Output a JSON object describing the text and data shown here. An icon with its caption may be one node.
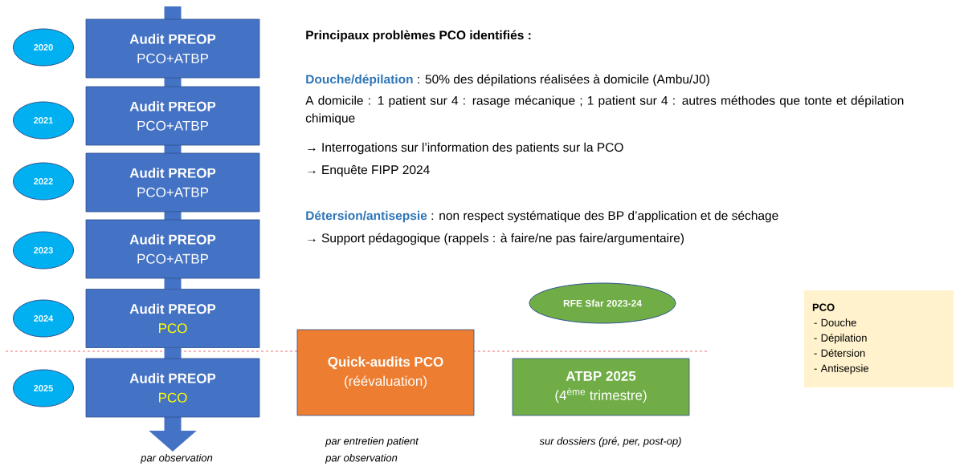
{
  "diagram": {
    "nodes": [
      {
        "text": [
          "2020"
        ]
      },
      {
        "text": [
          "Audit PREOP",
          "PCO+ATBP"
        ]
      },
      {
        "text": [
          "2021"
        ]
      },
      {
        "text": [
          "Audit PREOP",
          "PCO+ATBP"
        ]
      },
      {
        "text": [
          "2022"
        ]
      },
      {
        "text": [
          "Audit PREOP",
          "PCO+ATBP"
        ]
      },
      {
        "text": [
          "2023"
        ]
      },
      {
        "text": [
          "Audit PREOP",
          "PCO+ATBP"
        ]
      },
      {
        "text": [
          "2024"
        ]
      },
      {
        "text": [
          "Audit PREOP",
          "PCO"
        ]
      },
      {
        "text": [
          "2025"
        ]
      },
      {
        "text": [
          "Audit PREOP",
          "PCO"
        ]
      },
      {
        "text": [
          "Quick-audits PCO",
          "(réévaluation)"
        ],
        "beside": [
          "par entretien patient",
          "par observation"
        ]
      },
      {
        "text": [
          "RFE Sfar 2023-24"
        ]
      },
      {
        "text": [
          "ATBP 2025",
          "(4$^{ème}$ trimestre)"
        ],
        "beside": [
          "sur dossiers (pré, per, post-op)"
        ]
      },
      {
        "text": [
          "PCO",
          "- Douche",
          "- Dépilation",
          "- Détersion",
          "- Antisepsie"
        ]
      }
    ],
    "edges": [
      {
        "from": null,
        "to": 1,
        "arrow": "none"
      },
      {
        "from": 1,
        "to": 3,
        "arrow": "none"
      },
      {
        "from": 3,
        "to": 5,
        "arrow": "none"
      },
      {
        "from": 5,
        "to": 7,
        "arrow": "none"
      },
      {
        "from": 7,
        "to": 9,
        "arrow": "none"
      },
      {
        "from": 9,
        "to": 11,
        "arrow": "none"
      },
      {
        "from": 11,
        "to": null,
        "arrow": "to"
      }
    ],
    "labels": [
      "Principaux problèmes PCO identifiés :",
      "Douche/dépilation",
      ": 50% des dépilations réalisées à domicile (Ambu/J0)",
      "A domicile : 1 patient sur 4 : rasage mécanique ; 1 patient sur 4 : autres méthodes que tonte et dépilation chimique",
      "→ Interrogations sur l’information des patients sur la PCO",
      "→ Enquête FIPP 2024",
      "Détersion/antisepsie",
      ": non respect systématique des BP d’application et de séchage",
      "→ Support pédagogique (rappels : à faire/ne pas faire/argumentaire)",
      "par observation"
    ]
  }
}
